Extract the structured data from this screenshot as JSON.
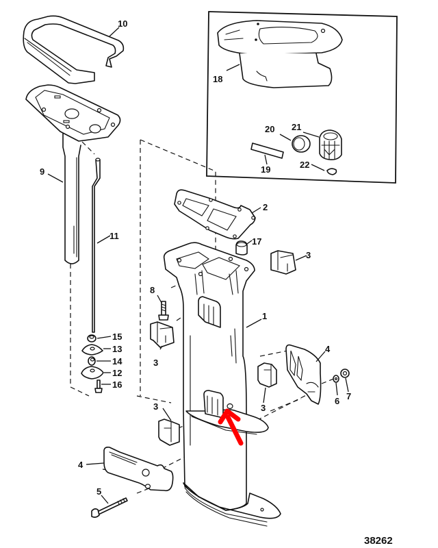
{
  "figure_number": "38262",
  "diagram_type": "exploded parts diagram - outboard driveshaft housing",
  "highlight_color": "#ff0000",
  "highlight": {
    "description": "red arrow pointing to hole beside lower mount on driveshaft housing",
    "icon": "arrow-icon"
  },
  "callouts": {
    "c1": "1",
    "c2": "2",
    "c3a": "3",
    "c3b": "3",
    "c3c": "3",
    "c3d": "3",
    "c4a": "4",
    "c4b": "4",
    "c5": "5",
    "c6": "6",
    "c7": "7",
    "c8": "8",
    "c9": "9",
    "c10": "10",
    "c11": "11",
    "c12": "12",
    "c13": "13",
    "c14": "14",
    "c15": "15",
    "c16": "16",
    "c17": "17",
    "c18": "18",
    "c19": "19",
    "c20": "20",
    "c21": "21",
    "c22": "22"
  }
}
